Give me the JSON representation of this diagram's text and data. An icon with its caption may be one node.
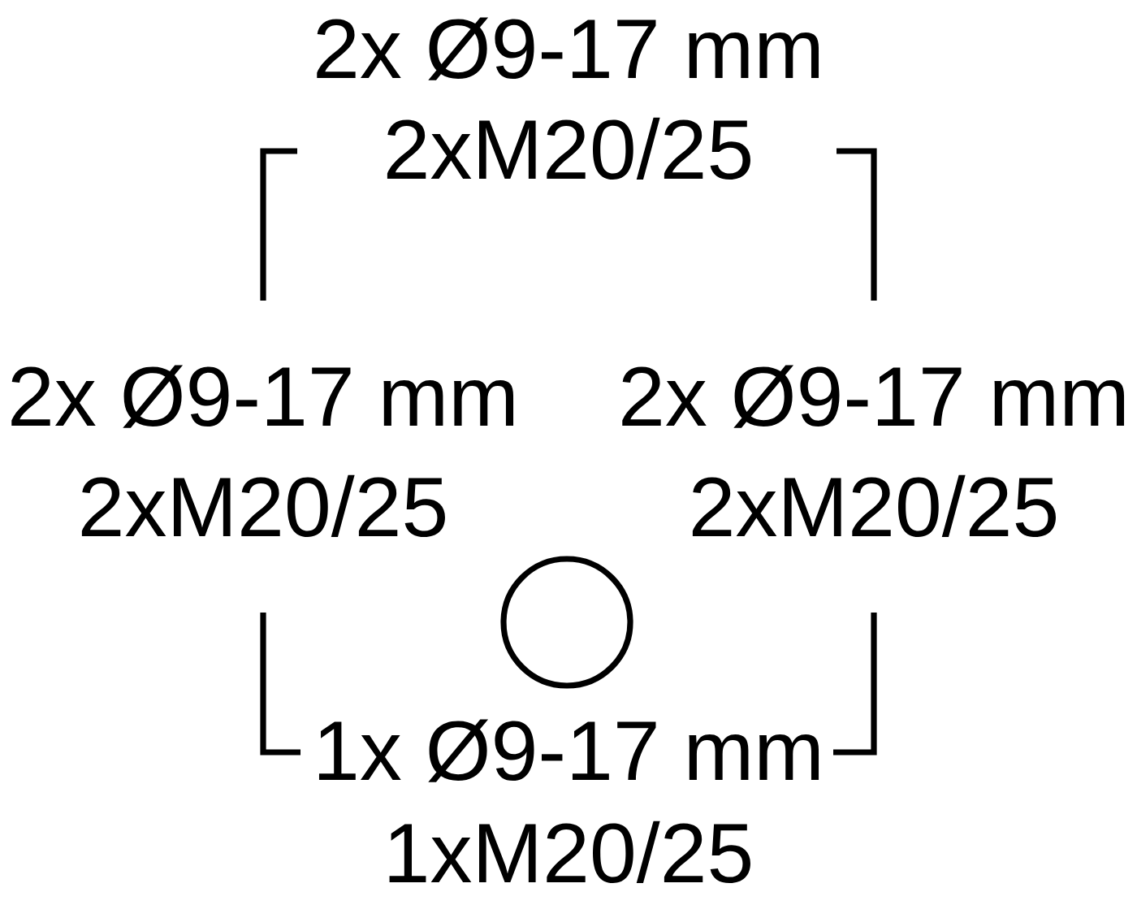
{
  "diagram": {
    "nodes": [
      {
        "text": [],
        "shape": "circle"
      }
    ],
    "labels": [
      "2x Ø9-17 mm",
      "2xM20/25",
      "2x Ø9-17 mm",
      "2x Ø9-17 mm",
      "2xM20/25",
      "2xM20/25",
      "1x Ø9-17 mm",
      "1xM20/25"
    ]
  }
}
